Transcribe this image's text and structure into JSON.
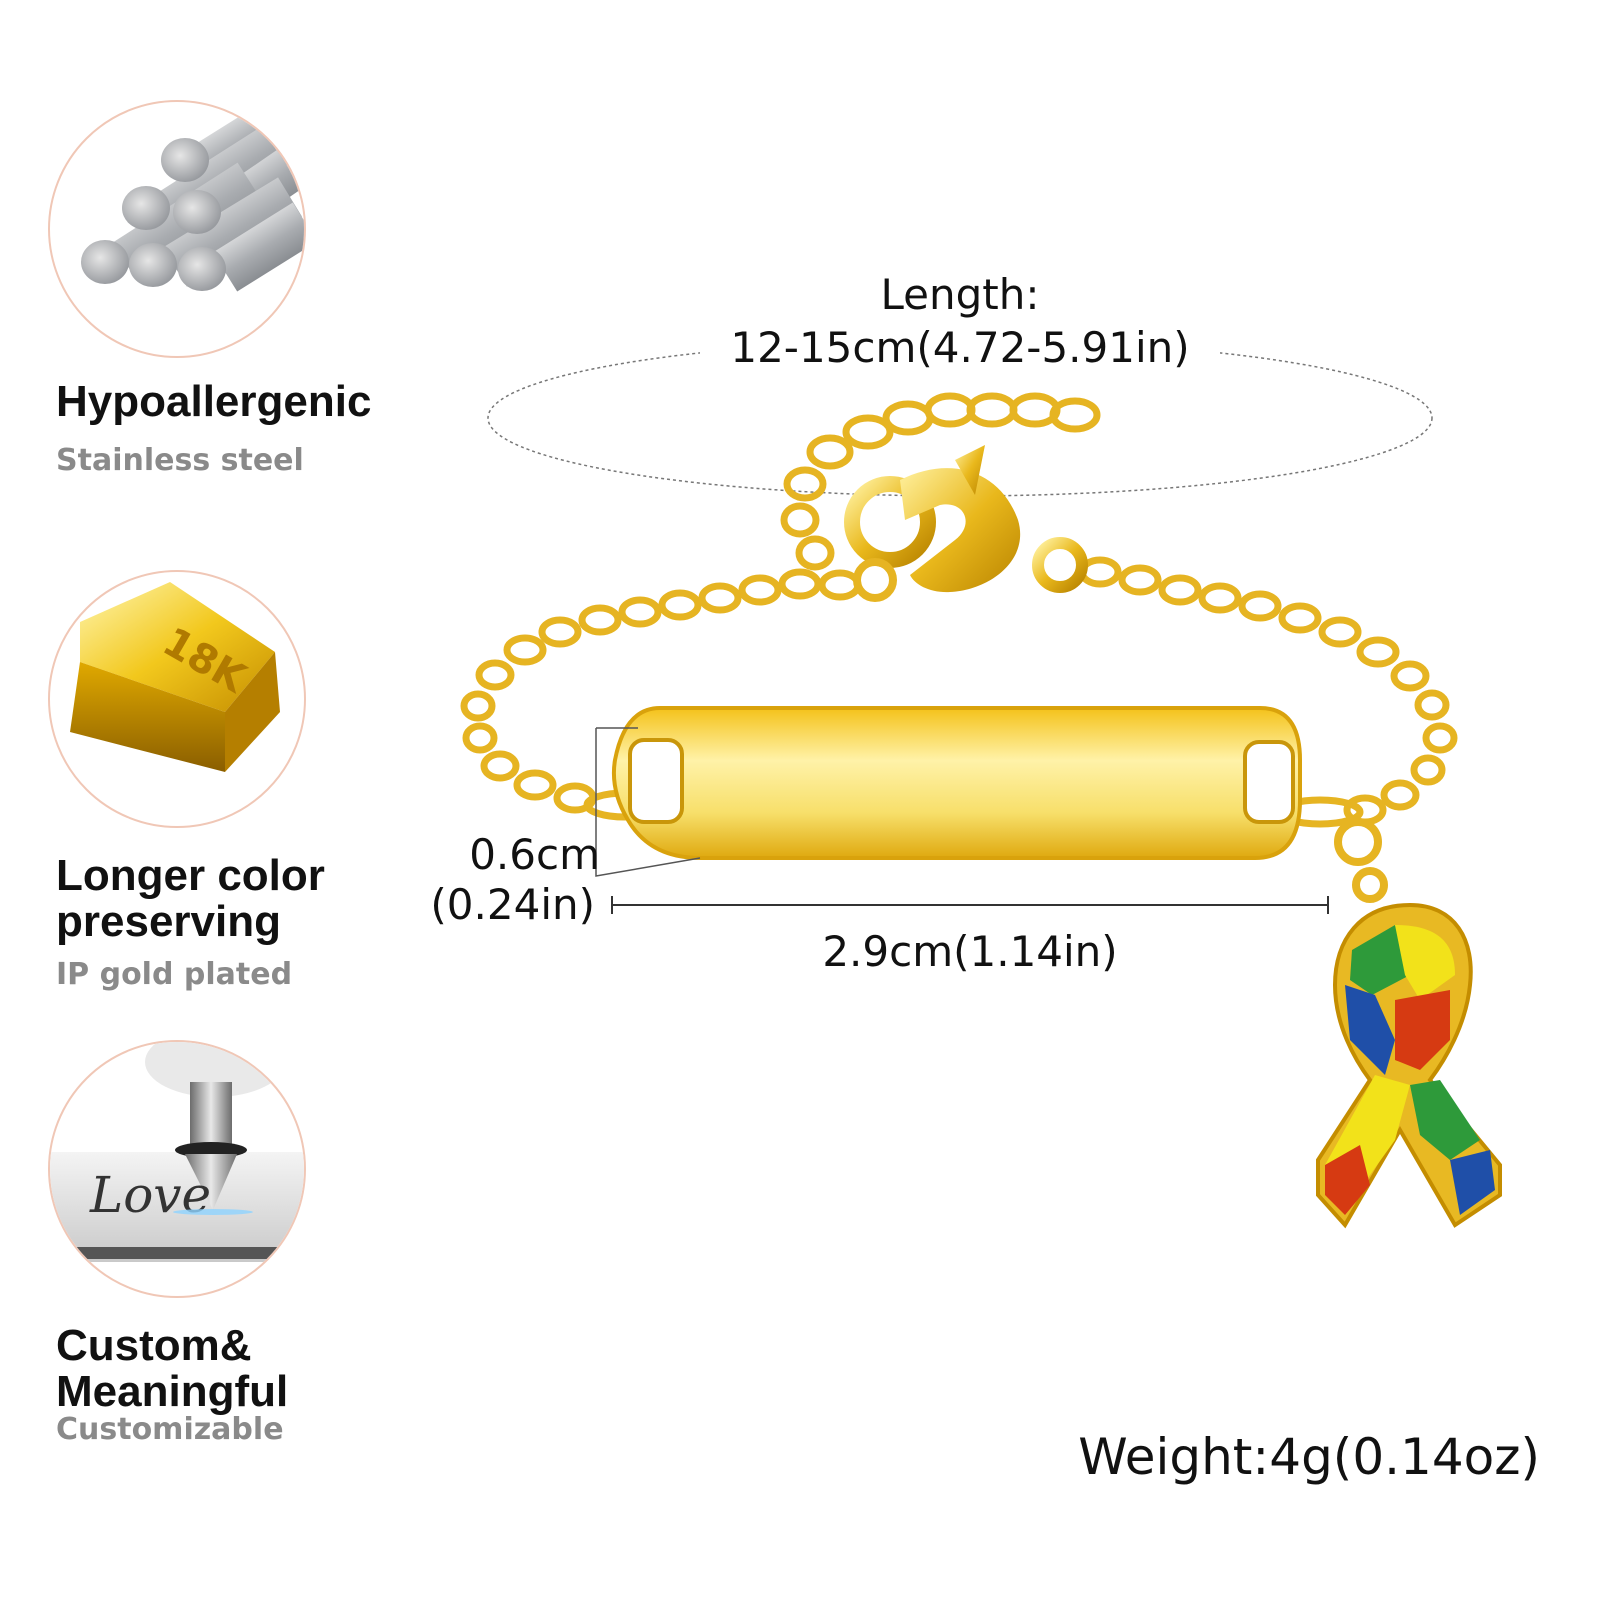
{
  "features": [
    {
      "title": "Hypoallergenic",
      "subtitle": "Stainless steel",
      "icon": "steel-rods-icon"
    },
    {
      "title_line1": "Longer color",
      "title_line2": "preserving",
      "subtitle": "IP gold plated",
      "icon": "gold-bar-icon",
      "badge": "18K"
    },
    {
      "title_line1": "Custom&",
      "title_line2": "Meaningful",
      "subtitle": "Customizable",
      "icon": "engraving-icon",
      "engraving": "Love"
    }
  ],
  "dimensions": {
    "length_label": "Length:",
    "length_value": "12-15cm(4.72-5.91in)",
    "height_cm": "0.6cm",
    "height_in": "(0.24in)",
    "width": "2.9cm(1.14in)",
    "weight": "Weight:4g(0.14oz)"
  },
  "colors": {
    "gold": "#e8b923",
    "gold_light": "#fbe98a",
    "circle_border": "#f0c7b6",
    "subtitle_gray": "#8a8a8a"
  }
}
